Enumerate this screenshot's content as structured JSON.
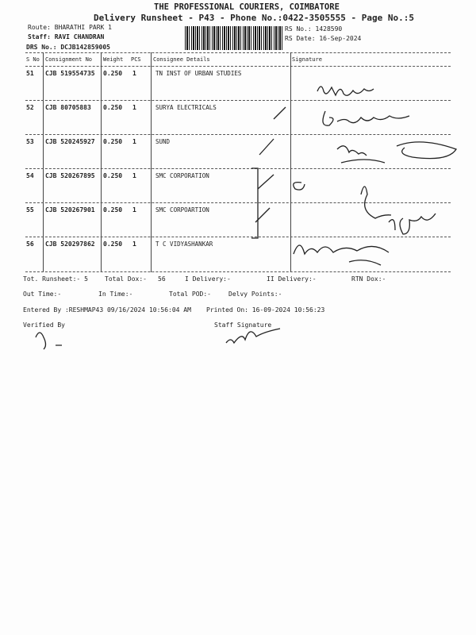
{
  "header": {
    "company": "THE PROFESSIONAL COURIERS, COIMBATORE",
    "subtitle": "Delivery Runsheet - P43 - Phone No.:0422-3505555 - Page No.:5",
    "route": "Route: BHARATHI PARK 1",
    "staff": "Staff: RAVI CHANDRAN",
    "drs": "DRS No.: DCJB142859005",
    "rs_no": "RS No.: 1428590",
    "rs_date": "RS Date: 16-Sep-2024"
  },
  "table": {
    "columns": [
      "S No",
      "Consignment No",
      "Weight",
      "PCS",
      "Consignee Details",
      "Signature"
    ],
    "rows": [
      {
        "sno": "51",
        "cno": "CJB 519554735",
        "weight": "0.250",
        "pcs": "1",
        "consignee": "TN INST OF URBAN STUDIES"
      },
      {
        "sno": "52",
        "cno": "CJB 80705883",
        "weight": "0.250",
        "pcs": "1",
        "consignee": "SURYA ELECTRICALS"
      },
      {
        "sno": "53",
        "cno": "CJB 520245927",
        "weight": "0.250",
        "pcs": "1",
        "consignee": "SUND"
      },
      {
        "sno": "54",
        "cno": "CJB 520267895",
        "weight": "0.250",
        "pcs": "1",
        "consignee": "SMC CORPORATION"
      },
      {
        "sno": "55",
        "cno": "CJB 520267901",
        "weight": "0.250",
        "pcs": "1",
        "consignee": "SMC CORPOARTION"
      },
      {
        "sno": "56",
        "cno": "CJB 520297862",
        "weight": "0.250",
        "pcs": "1",
        "consignee": "T C VIDYASHANKAR"
      }
    ]
  },
  "summary": {
    "tot_runsheet": "Tot. Runsheet:- 5",
    "total_dox": "Total Dox:-",
    "total_dox_val": "56",
    "i_delivery": "I Delivery:-",
    "ii_delivery": "II Delivery:-",
    "rtn_dox": "RTN Dox:-",
    "out_time": "Out Time:-",
    "in_time": "In Time:-",
    "total_pod": "Total POD:-",
    "delvy_points": "Delvy Points:-",
    "entered_by": "Entered By :RESHMAP43 09/16/2024 10:56:04 AM",
    "printed_on": "Printed On: 16-09-2024 10:56:23",
    "verified_by": "Verified By",
    "staff_signature": "Staff Signature"
  }
}
